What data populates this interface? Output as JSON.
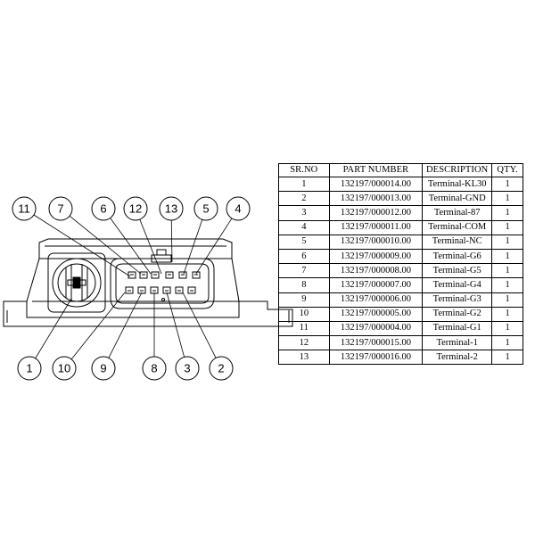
{
  "table": {
    "headers": [
      "SR.NO",
      "PART NUMBER",
      "DESCRIPTION",
      "QTY."
    ],
    "rows": [
      {
        "sr": "1",
        "part": "132197/000014.00",
        "desc": "Terminal-KL30",
        "qty": "1"
      },
      {
        "sr": "2",
        "part": "132197/000013.00",
        "desc": "Terminal-GND",
        "qty": "1"
      },
      {
        "sr": "3",
        "part": "132197/000012.00",
        "desc": "Terminal-87",
        "qty": "1"
      },
      {
        "sr": "4",
        "part": "132197/000011.00",
        "desc": "Terminal-COM",
        "qty": "1"
      },
      {
        "sr": "5",
        "part": "132197/000010.00",
        "desc": "Terminal-NC",
        "qty": "1"
      },
      {
        "sr": "6",
        "part": "132197/000009.00",
        "desc": "Terminal-G6",
        "qty": "1"
      },
      {
        "sr": "7",
        "part": "132197/000008.00",
        "desc": "Terminal-G5",
        "qty": "1"
      },
      {
        "sr": "8",
        "part": "132197/000007.00",
        "desc": "Terminal-G4",
        "qty": "1"
      },
      {
        "sr": "9",
        "part": "132197/000006.00",
        "desc": "Terminal-G3",
        "qty": "1"
      },
      {
        "sr": "10",
        "part": "132197/000005.00",
        "desc": "Terminal-G2",
        "qty": "1"
      },
      {
        "sr": "11",
        "part": "132197/000004.00",
        "desc": "Terminal-G1",
        "qty": "1"
      },
      {
        "sr": "12",
        "part": "132197/000015.00",
        "desc": "Terminal-1",
        "qty": "1"
      },
      {
        "sr": "13",
        "part": "132197/000016.00",
        "desc": "Terminal-2",
        "qty": "1"
      }
    ]
  },
  "callouts": {
    "top": [
      "11",
      "7",
      "6",
      "12",
      "13",
      "5",
      "4"
    ],
    "bottom": [
      "1",
      "10",
      "9",
      "8",
      "3",
      "2"
    ]
  }
}
